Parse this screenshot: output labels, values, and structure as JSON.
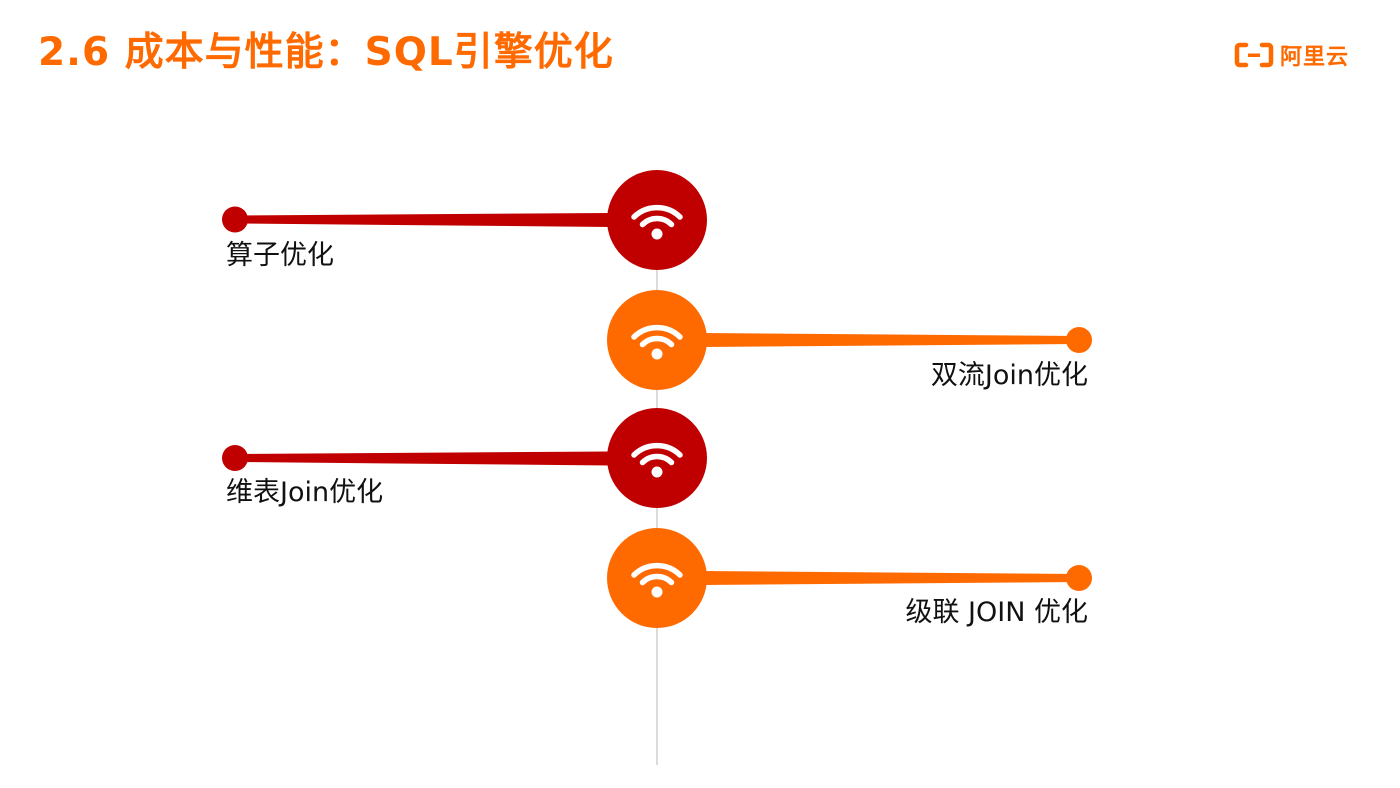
{
  "slide": {
    "title": "2.6 成本与性能：SQL引擎优化"
  },
  "logo": {
    "icon": "aliyun-bracket-logo",
    "text": "阿里云"
  },
  "timeline": {
    "icon": "wifi-icon",
    "colors": {
      "red": "#c00000",
      "orange": "#ff6a00",
      "spine": "#cfcfcf"
    },
    "items": [
      {
        "label": "算子优化",
        "side": "left",
        "color": "#c00000"
      },
      {
        "label": "双流Join优化",
        "side": "right",
        "color": "#ff6a00"
      },
      {
        "label": "维表Join优化",
        "side": "left",
        "color": "#c00000"
      },
      {
        "label": "级联 JOIN 优化",
        "side": "right",
        "color": "#ff6a00"
      }
    ]
  }
}
